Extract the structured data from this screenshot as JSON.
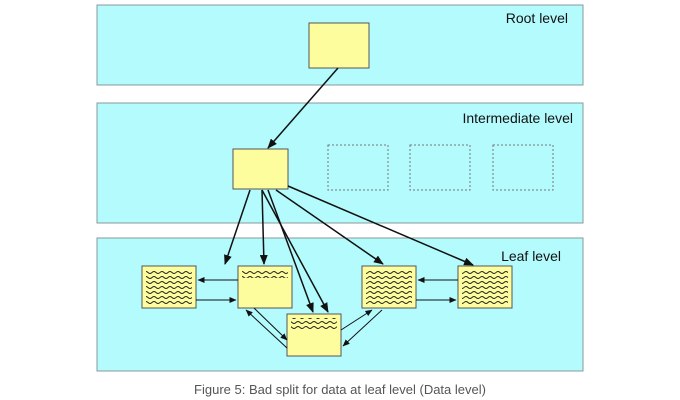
{
  "levels": {
    "root": "Root level",
    "intermediate": "Intermediate level",
    "leaf": "Leaf level"
  },
  "caption": "Figure 5: Bad split for data at leaf level (Data level)",
  "colors": {
    "band_fill": "#b3fbfd",
    "band_stroke": "#8a9a9c",
    "node_fill": "#fdfd9d",
    "node_stroke": "#555555",
    "empty_node_stroke": "#777777",
    "arrow": "#111111",
    "caption": "#555555"
  }
}
